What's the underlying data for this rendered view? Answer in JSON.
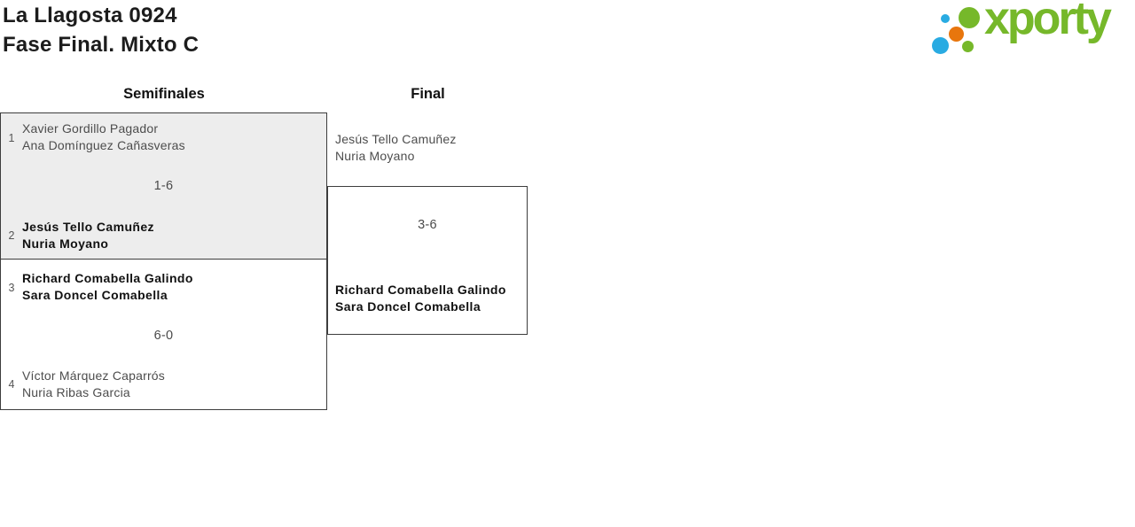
{
  "header": {
    "title_line1": "La Llagosta 0924",
    "title_line2": "Fase Final. Mixto C"
  },
  "logo": {
    "brand": "xporty"
  },
  "colors": {
    "brand_green": "#76b82a",
    "brand_blue": "#29abe2",
    "brand_orange": "#e8760d",
    "highlighted_match_bg": "#ededed",
    "winner_text": "#111111",
    "loser_text": "#4d4d4d"
  },
  "bracket": {
    "round_labels": {
      "semifinals": "Semifinales",
      "final": "Final"
    },
    "semifinal_1": {
      "seed_top": "1",
      "team_top": {
        "player1": "Xavier Gordillo Pagador",
        "player2": "Ana Domínguez Cañasveras",
        "result": "loser"
      },
      "score": "1-6",
      "seed_bottom": "2",
      "team_bottom": {
        "player1": "Jesús Tello Camuñez",
        "player2": "Nuria Moyano",
        "result": "winner"
      }
    },
    "semifinal_2": {
      "seed_top": "3",
      "team_top": {
        "player1": "Richard Comabella Galindo",
        "player2": "Sara Doncel Comabella",
        "result": "winner"
      },
      "score": "6-0",
      "seed_bottom": "4",
      "team_bottom": {
        "player1": "Víctor Márquez Caparrós",
        "player2": "Nuria Ribas Garcia",
        "result": "loser"
      }
    },
    "final": {
      "team_top": {
        "player1": "Jesús Tello Camuñez",
        "player2": "Nuria Moyano",
        "result": "loser"
      },
      "score": "3-6",
      "team_bottom": {
        "player1": "Richard Comabella Galindo",
        "player2": "Sara Doncel Comabella",
        "result": "winner"
      }
    }
  }
}
